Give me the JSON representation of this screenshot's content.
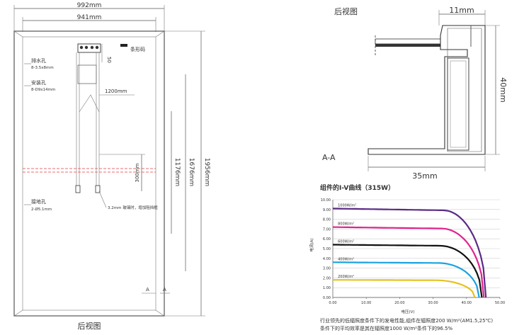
{
  "back_view": {
    "width_outer": "992mm",
    "width_inner": "941mm",
    "height_total": "1956mm",
    "height_mid": "1676mm",
    "height_inner": "1176mm",
    "cable_len": "1200mm",
    "box_dim": "50",
    "cable_span": "300mm",
    "drain_hole_label": "排水孔",
    "drain_hole_spec": "8-3.5x8mm",
    "mount_hole_label": "安装孔",
    "mount_hole_spec": "8-D9x14mm",
    "barcode_label": "条形码",
    "ground_hole_label": "接地孔",
    "ground_hole_spec": "2-Ø5.1mm",
    "cable_note": "3.2mm 玻璃时，增加阻挡框",
    "section_mark_a1": "A",
    "section_mark_a2": "A",
    "title": "后视图"
  },
  "section_view": {
    "title": "后视图",
    "label": "A-A",
    "top_dim": "11mm",
    "height_dim": "40mm",
    "bottom_dim": "35mm"
  },
  "chart_data": {
    "type": "line",
    "title": "组件的I-V曲线（315W）",
    "xlabel": "电压(V)",
    "ylabel": "电流(A)",
    "xlim": [
      0,
      50
    ],
    "ylim": [
      0,
      10
    ],
    "xticks": [
      "0.00",
      "10.00",
      "20.00",
      "30.00",
      "40.00",
      "50.00"
    ],
    "yticks": [
      "0.00",
      "1.00",
      "2.00",
      "3.00",
      "4.00",
      "5.00",
      "6.00",
      "7.00",
      "8.00",
      "9.00",
      "10.00"
    ],
    "series": [
      {
        "name": "1000W/m²",
        "color": "#5b2a86",
        "isc": 9.1,
        "voc": 45.8,
        "vk": 33.0
      },
      {
        "name": "800W/m²",
        "color": "#e0248c",
        "isc": 7.2,
        "voc": 45.2,
        "vk": 32.5
      },
      {
        "name": "600W/m²",
        "color": "#111111",
        "isc": 5.4,
        "voc": 44.6,
        "vk": 32.0
      },
      {
        "name": "400W/m²",
        "color": "#1aa3e0",
        "isc": 3.6,
        "voc": 43.8,
        "vk": 31.5
      },
      {
        "name": "200W/m²",
        "color": "#e6c21e",
        "isc": 1.8,
        "voc": 42.5,
        "vk": 30.5
      }
    ],
    "note_line1": "行业领先的低辐照度条件下的发电性能,组件在辐照度200 W/m²(AM1.5,25℃)",
    "note_line2": "条件下的平均效率是其在辐照度1000 W/m²条件下的96.5%"
  }
}
